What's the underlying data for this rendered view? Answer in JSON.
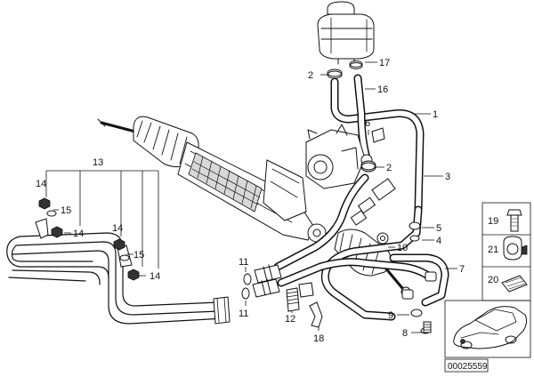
{
  "callouts": {
    "n1": "1",
    "n2a": "2",
    "n2b": "2",
    "n3": "3",
    "n4": "4",
    "n5": "5",
    "n6": "6",
    "n7": "7",
    "n8": "8",
    "n9": "9",
    "n10": "10",
    "n11a": "11",
    "n11b": "11",
    "n12": "12",
    "n13": "13",
    "n14a": "14",
    "n14b": "14",
    "n14c": "14",
    "n14d": "14",
    "n15a": "15",
    "n15b": "15",
    "n16": "16",
    "n17": "17",
    "n18": "18",
    "n19": "19",
    "n20": "20",
    "n21": "21"
  },
  "diagram_id": "00025559"
}
